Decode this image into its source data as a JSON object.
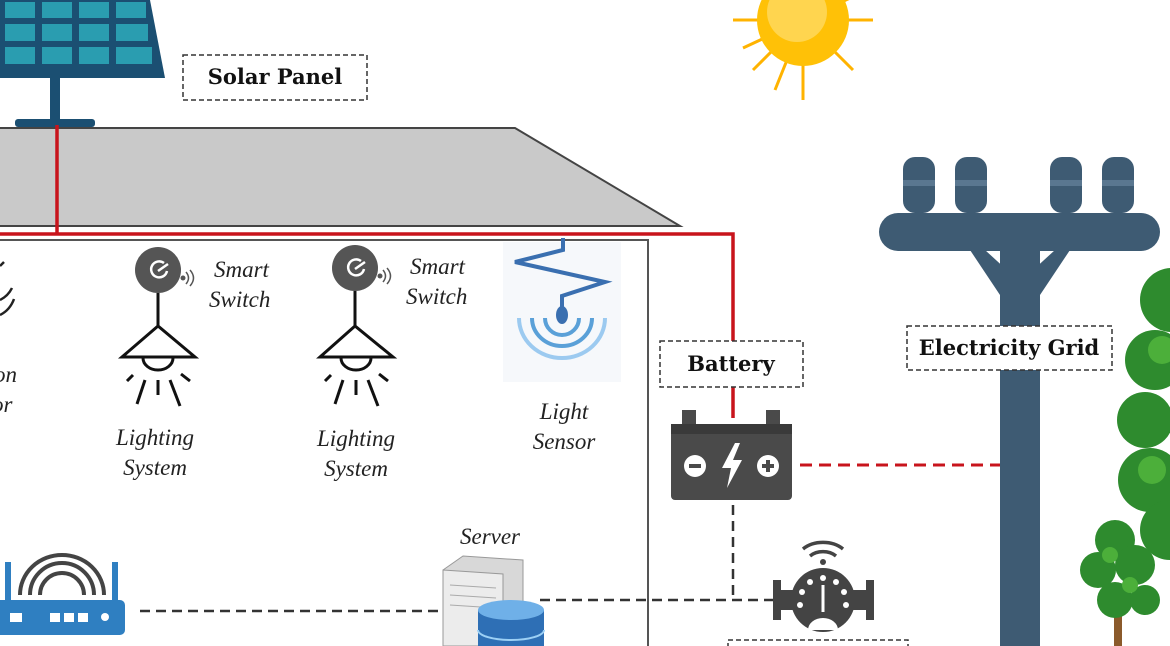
{
  "labels": {
    "solar_panel": "Solar Panel",
    "battery": "Battery",
    "electricity_grid": "Electricity Grid",
    "smart_switch_1": [
      "Smart",
      "Switch"
    ],
    "smart_switch_2": [
      "Smart",
      "Switch"
    ],
    "lighting_1": [
      "Lighting",
      "System"
    ],
    "lighting_2": [
      "Lighting",
      "System"
    ],
    "light_sensor": [
      "Light",
      "Sensor"
    ],
    "server": "Server",
    "partial_left": [
      "on",
      "or"
    ]
  },
  "colors": {
    "power_line": "#c8141c",
    "pole": "#3e5b73",
    "roof": "#c9c9c9",
    "sun": "#ffc107",
    "tree": "#2e8b2e",
    "device": "#4a4a4a",
    "solar_cell": "#2a9db0",
    "router": "#2f7fc1"
  }
}
